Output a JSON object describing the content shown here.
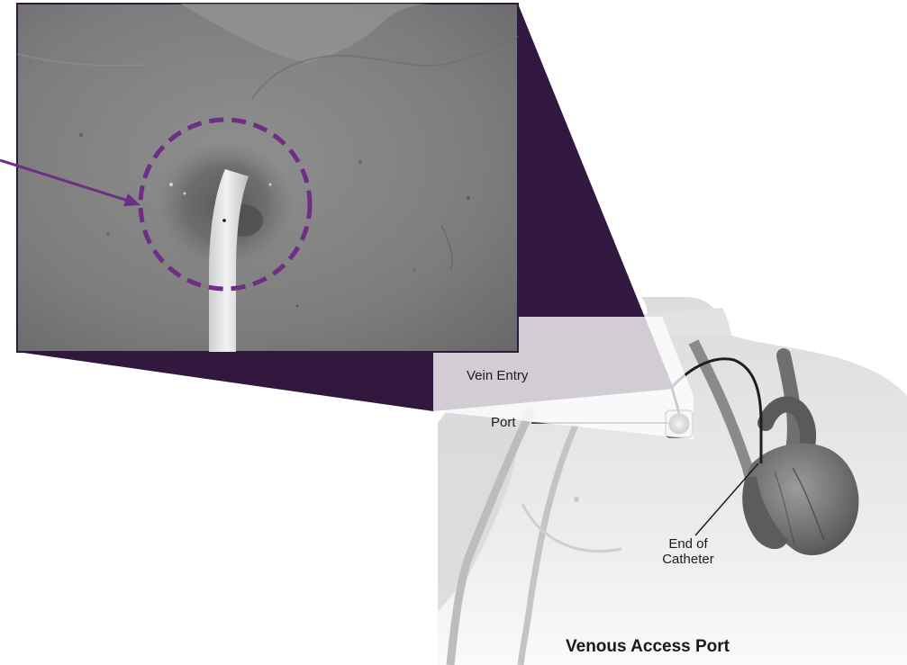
{
  "diagram": {
    "title": "Venous Access Port",
    "labels": {
      "vein_entry": "Vein Entry",
      "port": "Port",
      "end_of_catheter": "End of Catheter"
    }
  },
  "colors": {
    "zoom_wedge": "#32183f",
    "highlight_circle": "#6d2e83",
    "pointer_arrow": "#6d2e83",
    "photo_frame": "#2e1a3a"
  },
  "icons": [
    "arrow-pointer-icon",
    "dashed-circle-highlight-icon"
  ]
}
